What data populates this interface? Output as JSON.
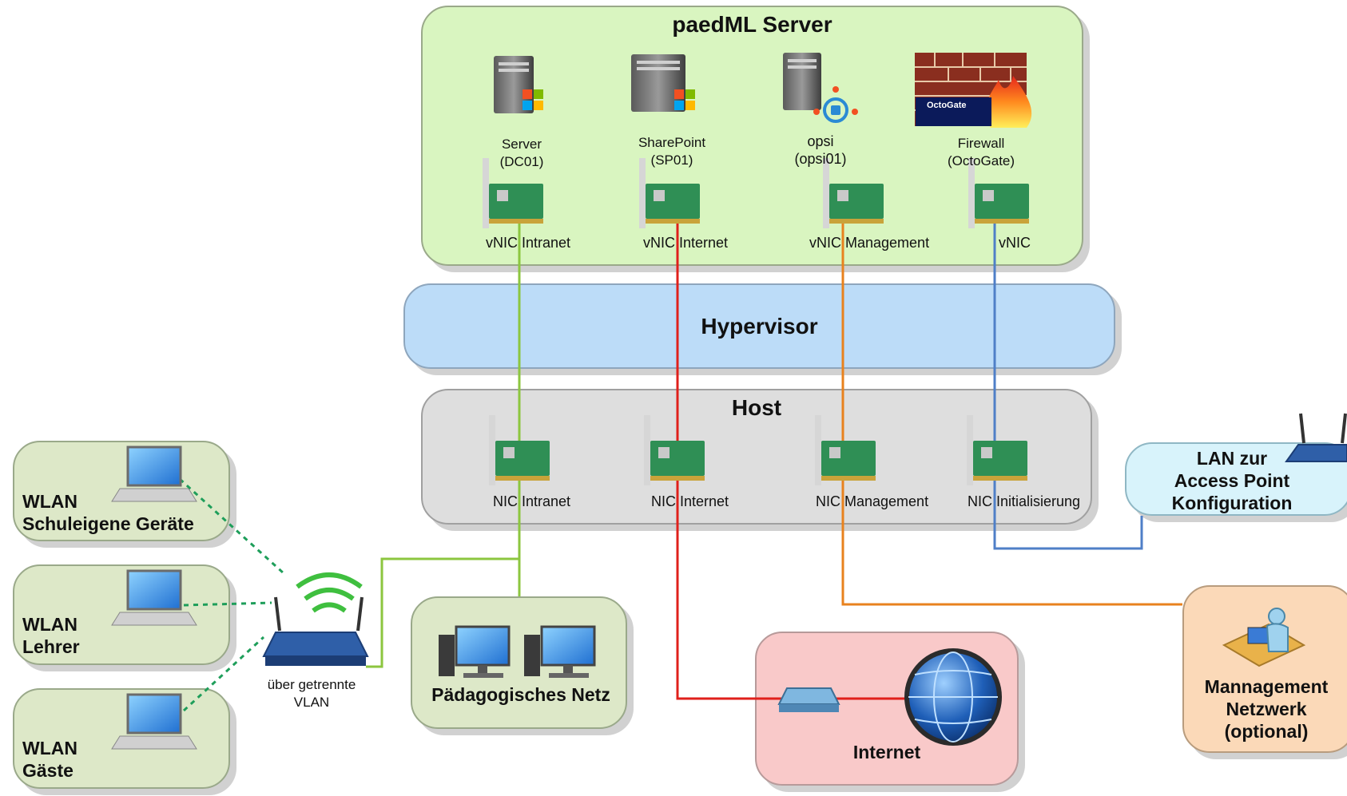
{
  "server_box": {
    "title": "paedML Server",
    "servers": [
      {
        "name": "Server",
        "id": "(DC01)"
      },
      {
        "name": "SharePoint",
        "id": "(SP01)"
      },
      {
        "name": "opsi",
        "id": "(opsi01)"
      },
      {
        "name": "Firewall",
        "id": "(OctoGate)"
      }
    ],
    "vnics": [
      "vNIC Intranet",
      "vNIC Internet",
      "vNIC Management",
      "vNIC"
    ],
    "firewall_badge": "OctoGate"
  },
  "hypervisor": {
    "title": "Hypervisor"
  },
  "host": {
    "title": "Host",
    "nics": [
      "NIC Intranet",
      "NIC Internet",
      "NIC Management",
      "NIC Initialisierung"
    ]
  },
  "wlan": [
    {
      "line1": "WLAN",
      "line2": "Schuleigene Geräte"
    },
    {
      "line1": "WLAN",
      "line2": "Lehrer"
    },
    {
      "line1": "WLAN",
      "line2": "Gäste"
    }
  ],
  "router_label": {
    "line1": "über getrennte",
    "line2": "VLAN"
  },
  "paed_netz": {
    "title": "Pädagogisches Netz"
  },
  "internet": {
    "title": "Internet"
  },
  "lan_ap": {
    "line1": "LAN zur",
    "line2": "Access Point",
    "line3": "Konfiguration"
  },
  "management": {
    "line1": "Mannagement",
    "line2": "Netzwerk",
    "line3": "(optional)"
  },
  "colors": {
    "intranet": "#8cc63f",
    "internet": "#e0201b",
    "management": "#e8821e",
    "init": "#4f7fc7",
    "wlan_link": "#1e9e5a",
    "server_fill": "#d9f5c0",
    "hypervisor_fill": "#bcdcf8",
    "host_fill": "#dedede",
    "wlan_fill": "#dde8c8",
    "internet_fill": "#f9c9c9",
    "lan_fill": "#d8f3fb",
    "mgmt_fill": "#fbd9b8"
  }
}
